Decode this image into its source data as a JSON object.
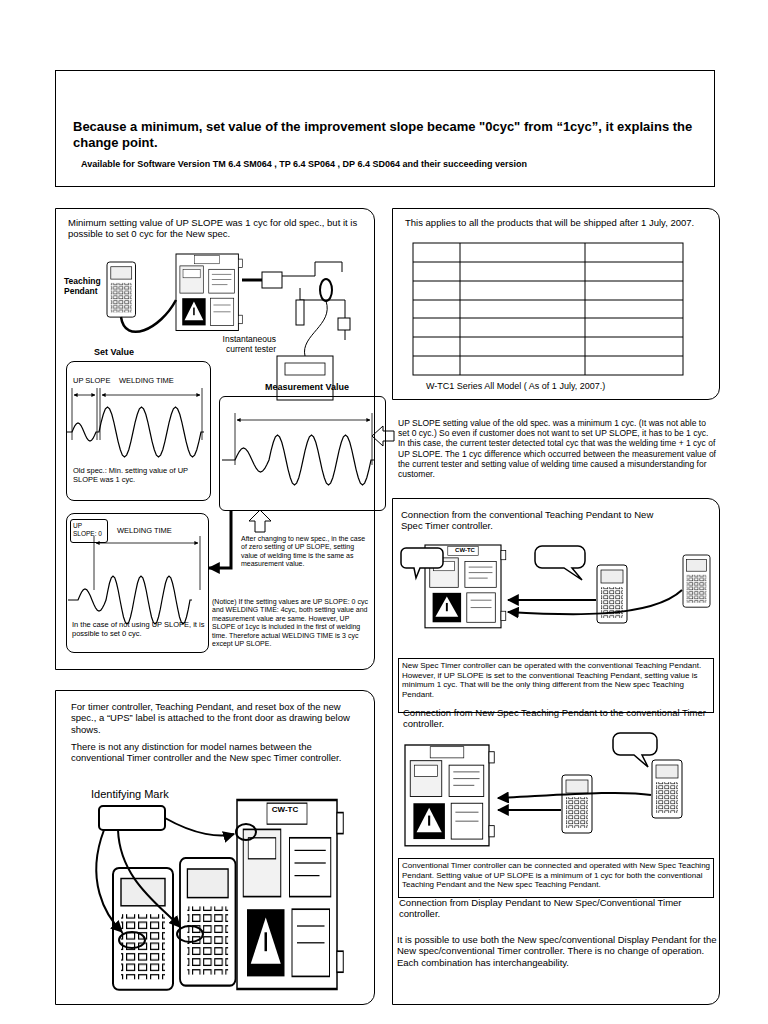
{
  "diagram": {
    "nodes": [
      {
        "text": [
          "Because a minimum, set value of the improvement slope became \"0cyc\" from “1cyc”, it explains the change point.",
          "Available for Software Version TM 6.4  SM064 , TP 6.4  SP064 , DP 6.4  SD064  and their succeeding version"
        ]
      },
      {
        "text": [
          "Minimum setting value of UP SLOPE was 1 cyc for old spec., but it is possible to set 0 cyc for the New spec."
        ]
      },
      {
        "text": [
          "Set Value",
          "UP SLOPE",
          "WELDING TIME",
          "Old spec.: Min. setting value of UP SLOPE was 1 cyc."
        ],
        "in": 1
      },
      {
        "text": [
          "Measurement Value"
        ],
        "in": 1
      },
      {
        "text": [
          "WELDING TIME",
          "In the case of not using UP SLOPE, it is possible to set 0 cyc."
        ],
        "in": 1
      },
      {
        "text": [
          "UP SLOPE: 0"
        ],
        "in": 4
      },
      {
        "text": [
          "This applies to all the products that will be shipped after 1 July, 2007.",
          "W-TC1 Series All Model ( As of 1 July, 2007.)"
        ]
      },
      {
        "text": [
          "Connection from the conventional Teaching Pendant to New Spec Timer controller.",
          "Connection from New Spec Teaching Pendant to the conventional Timer controller.",
          "Connection from Display Pendant to New Spec/Conventional Timer controller.",
          "It is possible to use both the New spec/conventional Display Pendant for the New spec/conventional Timer controller. There is no change of operation. Each combination has interchangeability."
        ]
      },
      {
        "text": [
          "New Spec Timer controller can be operated with the conventional Teaching Pendant. However, if UP SLOPE is set to the conventional Teaching Pendant, setting value is minimum 1 cyc. That will be the only thing different from the New spec Teaching Pendant."
        ],
        "in": 7
      },
      {
        "text": [
          "Conventional Timer controller can be connected and operated with New Spec Teaching Pendant. Setting value of UP SLOPE is a minimum of 1 cyc for both the conventional Teaching Pendant and the New spec Teaching Pendant."
        ],
        "in": 7
      },
      {
        "text": [
          "For timer controller, Teaching Pendant, and reset box of the new spec., a “UPS” label is attached to the front door as drawing below shows.",
          "There is not any distinction for model names between the conventional Timer controller and the New spec Timer controller."
        ]
      },
      {
        "text": [
          "Identifying Mark"
        ],
        "in": 10
      }
    ],
    "edges": [
      {
        "from": 3,
        "to": 4,
        "arrow": "to"
      }
    ],
    "labels": [
      "Teaching Pendant",
      "Instantaneous current tester",
      "After changing to new spec., in the case of zero setting of UP SLOPE, setting value of welding time is the same as measurement value.",
      "(Notice) If the setting values are UP SLOPE: 0 cyc and  WELDING TIME: 4cyc, both setting value and measurement value are same. However, UP SLOPE of 1cyc is included in the first of welding time. Therefore actual WELDING TIME is 3 cyc except UP SLOPE.",
      "UP SLOPE setting value of the old spec. was a minimum 1 cyc. (It was not able to set 0 cyc.) So even if customer does not want to set UP SLOPE, it has to be 1 cyc. In this case, the current tester detected total cyc that was the welding time + 1 cyc of UP SLOPE. The 1 cyc difference which occurred between the measurement value of the current tester and setting value of welding time caused a misunderstanding for customer.",
      "CW-TC",
      "CW-TC"
    ]
  }
}
